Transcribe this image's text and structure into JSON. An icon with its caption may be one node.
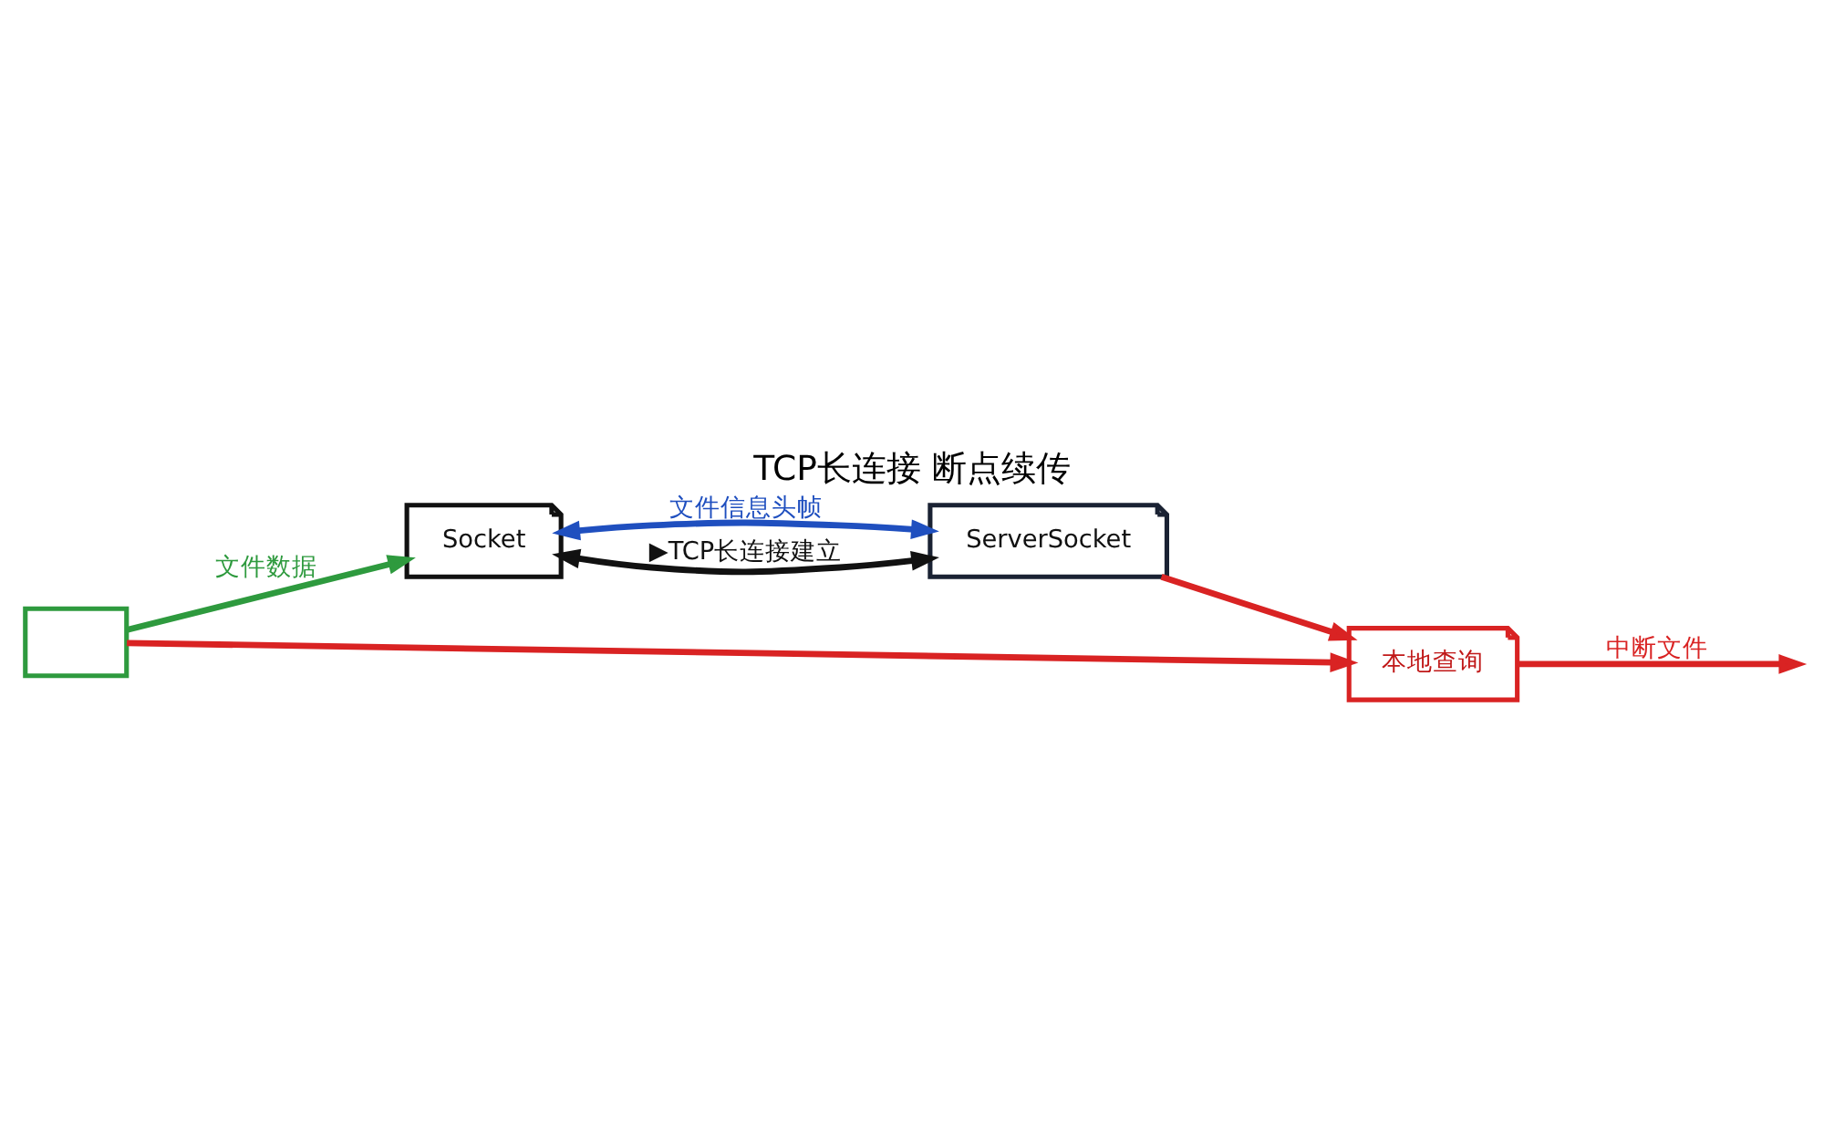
{
  "diagram": {
    "title": "TCP长连接 断点续传",
    "nodes": [
      {
        "text": [
          "Socket"
        ]
      },
      {
        "text": [
          "ServerSocket"
        ]
      },
      {
        "text": [
          "本地查询"
        ]
      },
      {
        "text": [],
        "shape": "box"
      }
    ],
    "edges": [
      {
        "from": 0,
        "to": 1,
        "arrow": "both",
        "label": "文件信息头帧",
        "color": "#1f4fbf"
      },
      {
        "from": 0,
        "to": 1,
        "arrow": "both",
        "label": "▶TCP长连接建立",
        "color": "#111111"
      },
      {
        "from": 1,
        "to": 2,
        "arrow": "to",
        "color": "#d92323"
      },
      {
        "from": 2,
        "to": null,
        "arrow": "to",
        "label": "中断文件",
        "color": "#d92323"
      },
      {
        "from": 3,
        "to": 2,
        "arrow": "to",
        "color": "#d92323"
      },
      {
        "from": 3,
        "to": 0,
        "arrow": "to",
        "label": "文件数据",
        "color": "#2e9a3e"
      }
    ]
  }
}
